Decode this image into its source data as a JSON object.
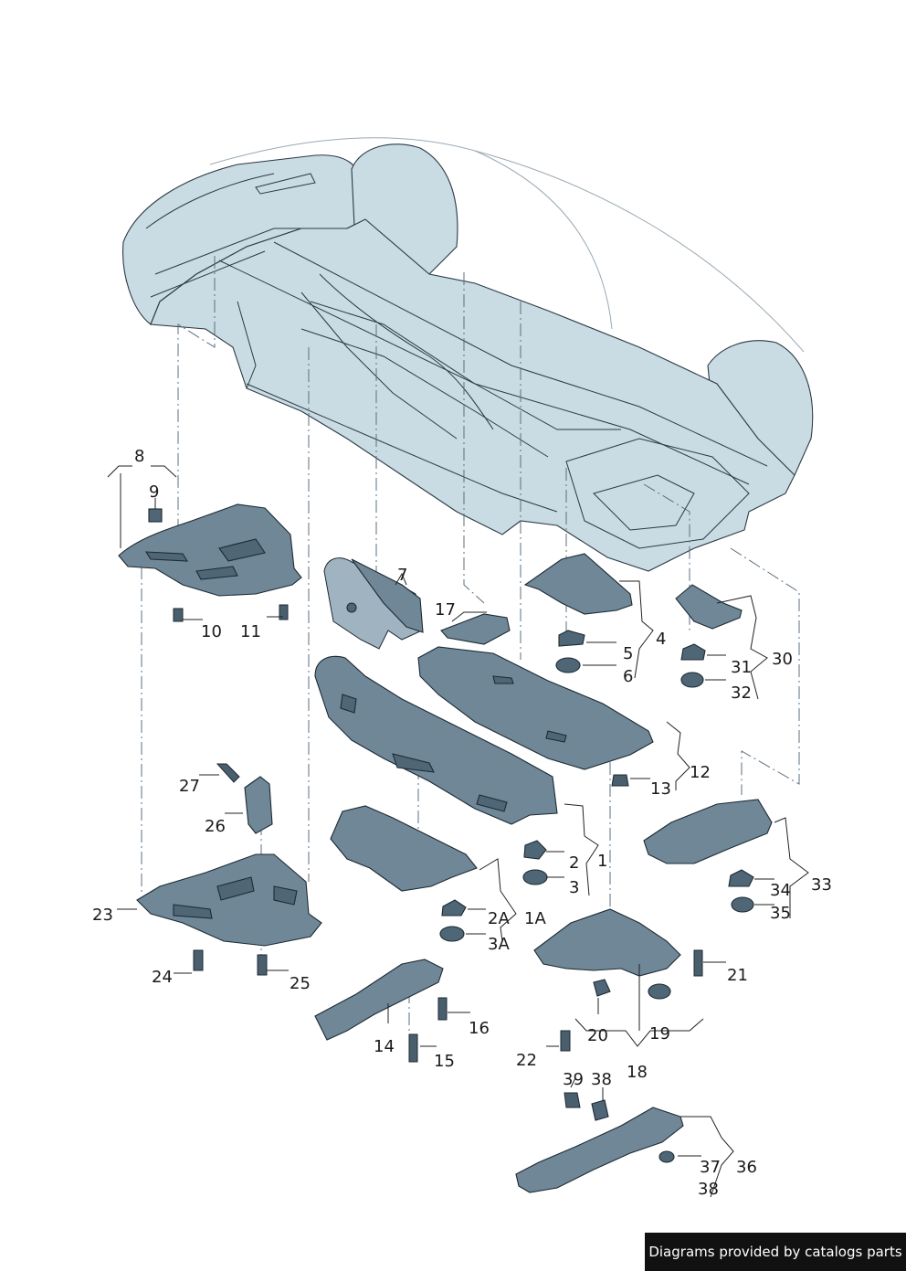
{
  "labels": {
    "l8": "8",
    "l9": "9",
    "l10": "10",
    "l11": "11",
    "l7": "7",
    "l17": "17",
    "l4": "4",
    "l5": "5",
    "l6": "6",
    "l30": "30",
    "l31": "31",
    "l32": "32",
    "l12": "12",
    "l13": "13",
    "l1": "1",
    "l2": "2",
    "l3": "3",
    "l1A": "1A",
    "l2A": "2A",
    "l3A": "3A",
    "l27": "27",
    "l26": "26",
    "l23": "23",
    "l24": "24",
    "l25": "25",
    "l33": "33",
    "l34": "34",
    "l35": "35",
    "l21": "21",
    "l19": "19",
    "l20": "20",
    "l22": "22",
    "l18": "18",
    "l14": "14",
    "l15": "15",
    "l16": "16",
    "l39": "39",
    "l38a": "38",
    "l37": "37",
    "l36": "36",
    "l38b": "38"
  },
  "footer": {
    "text": "Diagrams provided by catalogs parts"
  }
}
